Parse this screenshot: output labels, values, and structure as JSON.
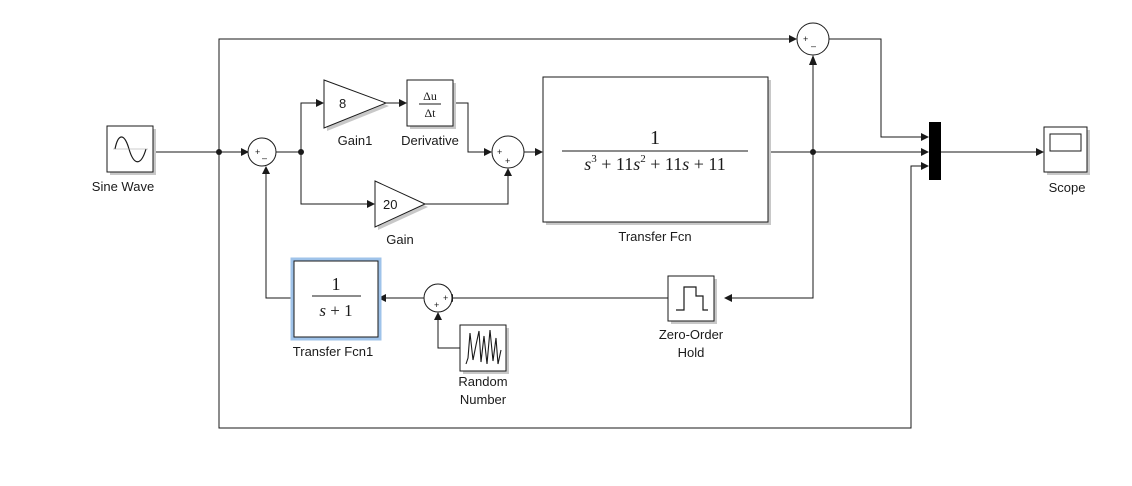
{
  "blocks": {
    "sine_wave": {
      "label": "Sine Wave"
    },
    "gain1": {
      "label": "Gain1",
      "value": "8"
    },
    "gain": {
      "label": "Gain",
      "value": "20"
    },
    "derivative": {
      "label": "Derivative",
      "num": "Δu",
      "den": "Δt"
    },
    "transfer_fcn": {
      "label": "Transfer Fcn",
      "numerator": "1",
      "den_parts": {
        "s": "s",
        "exp3": "3",
        "plus11a": " + 11",
        "exp2": "2",
        "plus11b": " + 11",
        "plus11c": " + 11"
      }
    },
    "transfer_fcn1": {
      "label": "Transfer Fcn1",
      "numerator": "1",
      "den_s": "s",
      "den_rest": " + 1"
    },
    "zero_order_hold": {
      "label_line1": "Zero-Order",
      "label_line2": "Hold"
    },
    "random_number": {
      "label_line1": "Random",
      "label_line2": "Number"
    },
    "scope": {
      "label": "Scope"
    }
  },
  "sum_signs": {
    "sum_input": {
      "left": "+",
      "bottom": "–"
    },
    "sum_mid": {
      "left": "+",
      "bottom": "+"
    },
    "sum_top": {
      "left": "+",
      "bottom": "–"
    },
    "sum_feedback": {
      "right": "+",
      "bottom": "+"
    }
  },
  "colors": {
    "line": "#1a1a1a",
    "selection": "#9fc3ea",
    "shadow": "#c8c8c8"
  }
}
